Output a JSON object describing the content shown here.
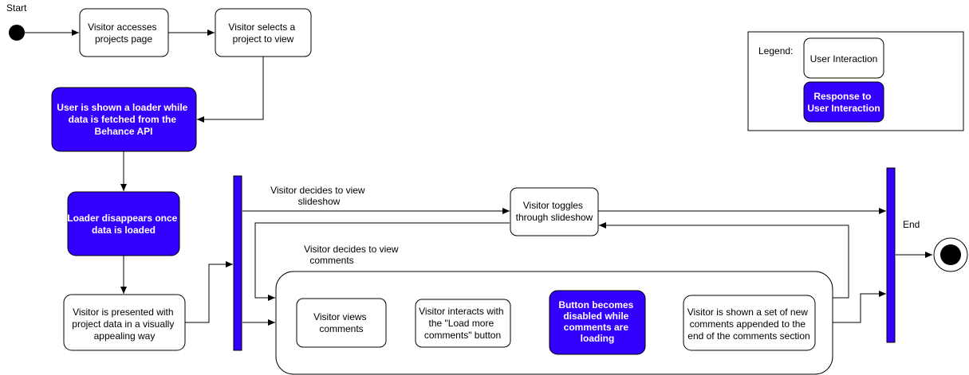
{
  "labels": {
    "start": "Start",
    "end": "End",
    "legend_title": "Legend:",
    "legend_user": "User Interaction",
    "legend_response": [
      "Response to",
      "User Interaction"
    ],
    "edge_slideshow": [
      "Visitor decides to view",
      "slideshow"
    ],
    "edge_comments": [
      "Visitor decides to view",
      "comments"
    ]
  },
  "nodes": {
    "accesses": [
      "Visitor accesses",
      "projects page"
    ],
    "selects": [
      "Visitor selects a",
      "project to view"
    ],
    "loader": [
      "User is shown a loader while",
      "data is fetched from the",
      "Behance API"
    ],
    "disappears": [
      "Loader disappears once",
      "data is loaded"
    ],
    "presented": [
      "Visitor is presented with",
      "project data in a visually",
      "appealing way"
    ],
    "toggles": [
      "Visitor toggles",
      "through slideshow"
    ],
    "views_comments": [
      "Visitor views",
      "comments"
    ],
    "interacts": [
      "Visitor interacts with",
      "the \"Load more",
      "comments\" button"
    ],
    "disabled": [
      "Button becomes",
      "disabled while",
      "comments are",
      "loading"
    ],
    "new_comments": [
      "Visitor is shown a set of new",
      "comments appended to the",
      "end of the comments section"
    ]
  },
  "colors": {
    "response": "#3300ff",
    "interaction": "#ffffff",
    "line": "#000000"
  }
}
